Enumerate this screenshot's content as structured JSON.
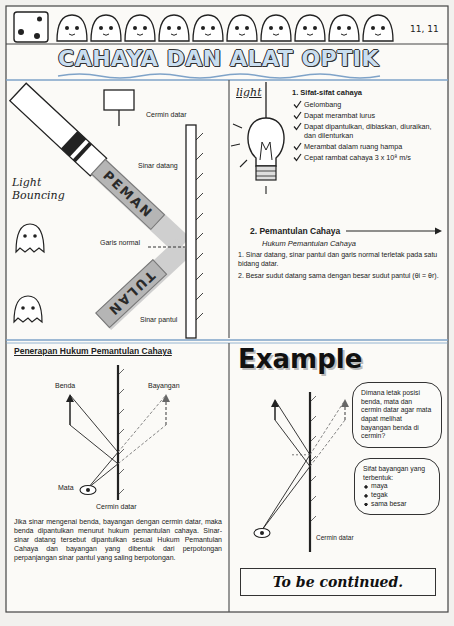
{
  "diagram": {
    "title": "CAHAYA DAN ALAT OPTIK",
    "nodes": [
      {
        "text": [
          "PEMAN"
        ]
      },
      {
        "text": [
          "TULAN"
        ]
      },
      {
        "text": [
          "light"
        ]
      },
      {
        "text": [
          "Penerapan Hukum Pemantulan Cahaya",
          "Jika sinar mengenai benda, bayangan dengan cermin datar, maka benda dipantulkan menurut hukum pemantulan cahaya. Sinar-sinar datang tersebut dipantulkan sesuai Hukum Pemantulan Cahaya dan bayangan yang dibentuk dari perpotongan perpanjangan sinar pantul yang saling berpotongan."
        ]
      },
      {
        "text": [
          "Example"
        ]
      },
      {
        "text": [
          "Dimana letak posisi benda, mata dan cermin datar agar mata dapat melihat bayangan benda di cermin?"
        ],
        "in": 4
      },
      {
        "text": [
          "Sifat bayangan yang terbentuk:",
          "maya",
          "tegak",
          "sama besar"
        ],
        "in": 4
      },
      {
        "text": [
          "To be continued."
        ],
        "in": 4
      }
    ],
    "labels": [
      "11, 11",
      "Light Bouncing",
      "Cermin datar",
      "Sinar datang",
      "Sinar pantul",
      "Garis normal",
      "1. Sifat-sifat cahaya",
      "Gelombang",
      "Dapat merambat lurus",
      "Dapat dipantulkan, dibiaskan, diuraikan, dan dilenturkan",
      "Merambat dalam ruang hampa",
      "Cepat rambat cahaya 3 x 10⁸ m/s",
      "2. Pemantulan Cahaya",
      "Hukum Pemantulan Cahaya",
      "1. Sinar datang, sinar pantul dan garis normal terletak pada satu bidang datar.",
      "2. Besar sudut datang sama dengan besar sudut pantul (θi = θr).",
      "Benda",
      "Bayangan",
      "Cermin datar",
      "Mata",
      "Cermin datar"
    ]
  }
}
